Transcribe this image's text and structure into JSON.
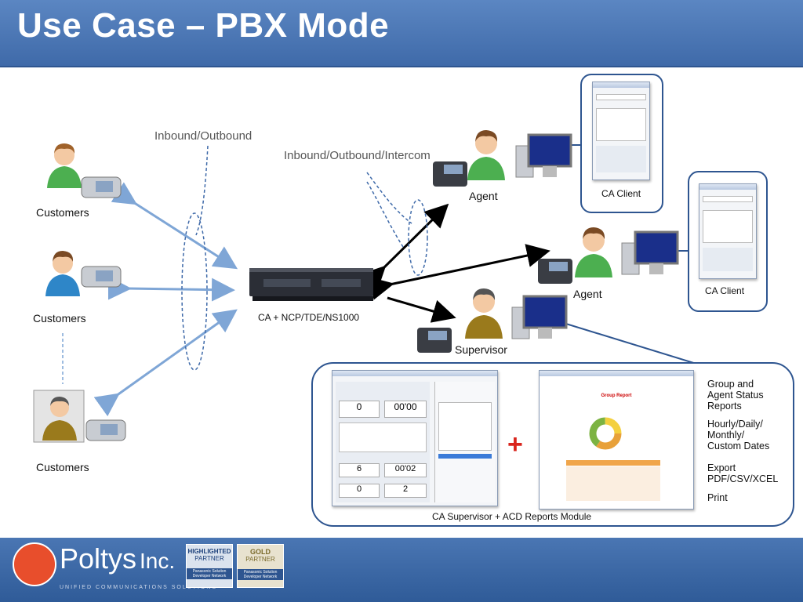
{
  "title": "Use Case – PBX Mode",
  "labels": {
    "inbound_outbound": "Inbound/Outbound",
    "inbound_outbound_intercom": "Inbound/Outbound/Intercom",
    "customers": [
      "Customers",
      "Customers",
      "Customers"
    ],
    "pbx": "CA + NCP/TDE/NS1000",
    "agent": [
      "Agent",
      "Agent"
    ],
    "supervisor": "Supervisor",
    "ca_client": [
      "CA Client",
      "CA Client"
    ],
    "supervisor_module": "CA Supervisor + ACD Reports Module",
    "plus": "+"
  },
  "report_features": [
    "Group and\nAgent Status\nReports",
    "Hourly/Daily/\nMonthly/\nCustom Dates",
    "Export\nPDF/CSV/XCEL",
    "Print"
  ],
  "supervisor_screen": {
    "stats": [
      "0",
      "00'00",
      "6",
      "00'02",
      "0",
      "2"
    ]
  },
  "report_screen": {
    "title": "Group Report"
  },
  "footer": {
    "company": "Poltys",
    "company_suffix": "Inc.",
    "tagline": "UNIFIED COMMUNICATIONS SOLUTIONS",
    "badge1_line1": "HIGHLIGHTED",
    "badge1_line2": "PARTNER",
    "badge1_line3": "Panasonic Solution Developer Network",
    "badge2_line1": "GOLD",
    "badge2_line2": "PARTNER",
    "badge2_line3": "Panasonic Solution Developer Network"
  },
  "colors": {
    "header": "#4a76b3",
    "arrow_blue": "#7fa6d6",
    "arrow_black": "#000000",
    "card_border": "#2e5590",
    "plus_red": "#d9251d"
  }
}
